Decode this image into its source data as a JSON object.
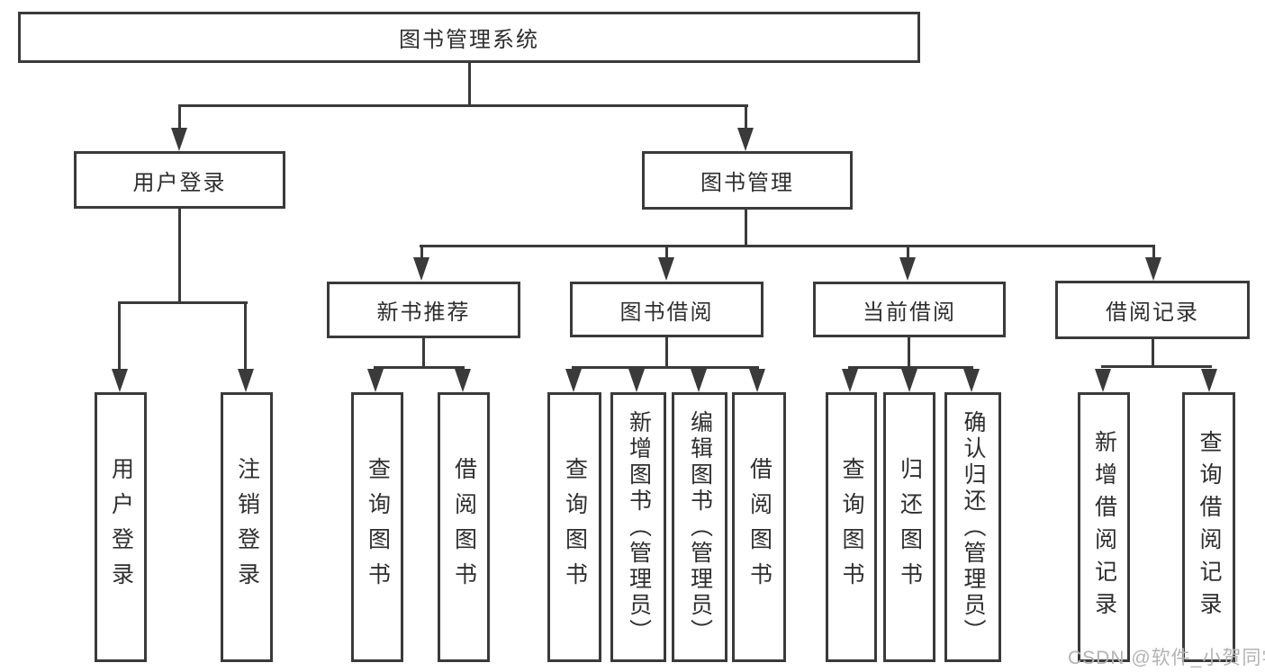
{
  "diagram": {
    "type": "tree-diagram",
    "title": "图书管理系统",
    "colors": {
      "line": "#3a3a3a",
      "text": "#2e2e2e",
      "background": "#ffffff",
      "watermark": "#b3b3b3"
    },
    "nodes": {
      "root": "图书管理系统",
      "user_login": "用户登录",
      "book_mgmt": "图书管理",
      "new_book_rec": "新书推荐",
      "book_borrow": "图书借阅",
      "current_borrow": "当前借阅",
      "borrow_records": "借阅记录",
      "leaf_user_login": "用户登录",
      "leaf_logout": "注销登录",
      "rec_query_book": "查询图书",
      "rec_borrow_book": "借阅图书",
      "bb_query_book": "查询图书",
      "bb_add_book": "新增图书（管理员）",
      "bb_edit_book": "编辑图书（管理员）",
      "bb_borrow_book": "借阅图书",
      "cb_query_book": "查询图书",
      "cb_return_book": "归还图书",
      "cb_confirm_return": "确认归还（管理员）",
      "br_add_record": "新增借阅记录",
      "br_query_record": "查询借阅记录"
    },
    "hierarchy": {
      "图书管理系统": [
        "用户登录",
        "图书管理"
      ],
      "用户登录": [
        "用户登录",
        "注销登录"
      ],
      "图书管理": [
        "新书推荐",
        "图书借阅",
        "当前借阅",
        "借阅记录"
      ],
      "新书推荐": [
        "查询图书",
        "借阅图书"
      ],
      "图书借阅": [
        "查询图书",
        "新增图书（管理员）",
        "编辑图书（管理员）",
        "借阅图书"
      ],
      "当前借阅": [
        "查询图书",
        "归还图书",
        "确认归还（管理员）"
      ],
      "借阅记录": [
        "新增借阅记录",
        "查询借阅记录"
      ]
    },
    "watermark": "CSDN @软件_小贺同学"
  }
}
